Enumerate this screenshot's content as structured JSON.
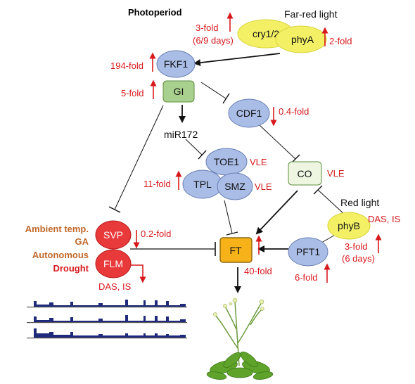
{
  "colors": {
    "blue_node": "#a9bde6",
    "blue_stroke": "#6a7fb5",
    "green_node": "#a9d08e",
    "green_stroke": "#5e8f3e",
    "pale_green_node": "#eef6e2",
    "yellow_node": "#f3f066",
    "red_node": "#e8393b",
    "orange_node": "#f7b21a",
    "red_text": "#d7191c",
    "factor_brown": "#c0692b"
  },
  "labels": {
    "photoperiod": "Photoperiod",
    "far_red_light": "Far-red light",
    "red_light": "Red light",
    "mir172": "miR172"
  },
  "nodes": {
    "cry": "cry1/2",
    "phyA": "phyA",
    "fkf1": "FKF1",
    "gi": "GI",
    "cdf1": "CDF1",
    "toe1": "TOE1",
    "tpl": "TPL",
    "smz": "SMZ",
    "co": "CO",
    "phyB": "phyB",
    "pft1": "PFT1",
    "svp": "SVP",
    "flm": "FLM",
    "ft": "FT"
  },
  "folds": {
    "cry_fold": "3-fold",
    "cry_days": "(6/9 days)",
    "phyA_fold": "2-fold",
    "fkf1_fold": "194-fold",
    "gi_fold": "5-fold",
    "cdf1_fold": "0.4-fold",
    "toe1_vle": "VLE",
    "tpl_fold": "11-fold",
    "smz_vle": "VLE",
    "co_vle": "VLE",
    "phyB_das": "DAS, IS",
    "phyB_fold": "3-fold",
    "phyB_days": "(6 days)",
    "pft1_fold": "6-fold",
    "svp_fold": "0.2-fold",
    "flm_das": "DAS, IS",
    "ft_fold": "40-fold"
  },
  "factors": {
    "ambient": "Ambient temp.",
    "ga": "GA",
    "autonomous": "Autonomous",
    "drought": "Drought"
  },
  "icons": [
    "up-arrow-icon",
    "down-arrow-icon",
    "plant-icon",
    "coverage-track-icon"
  ]
}
